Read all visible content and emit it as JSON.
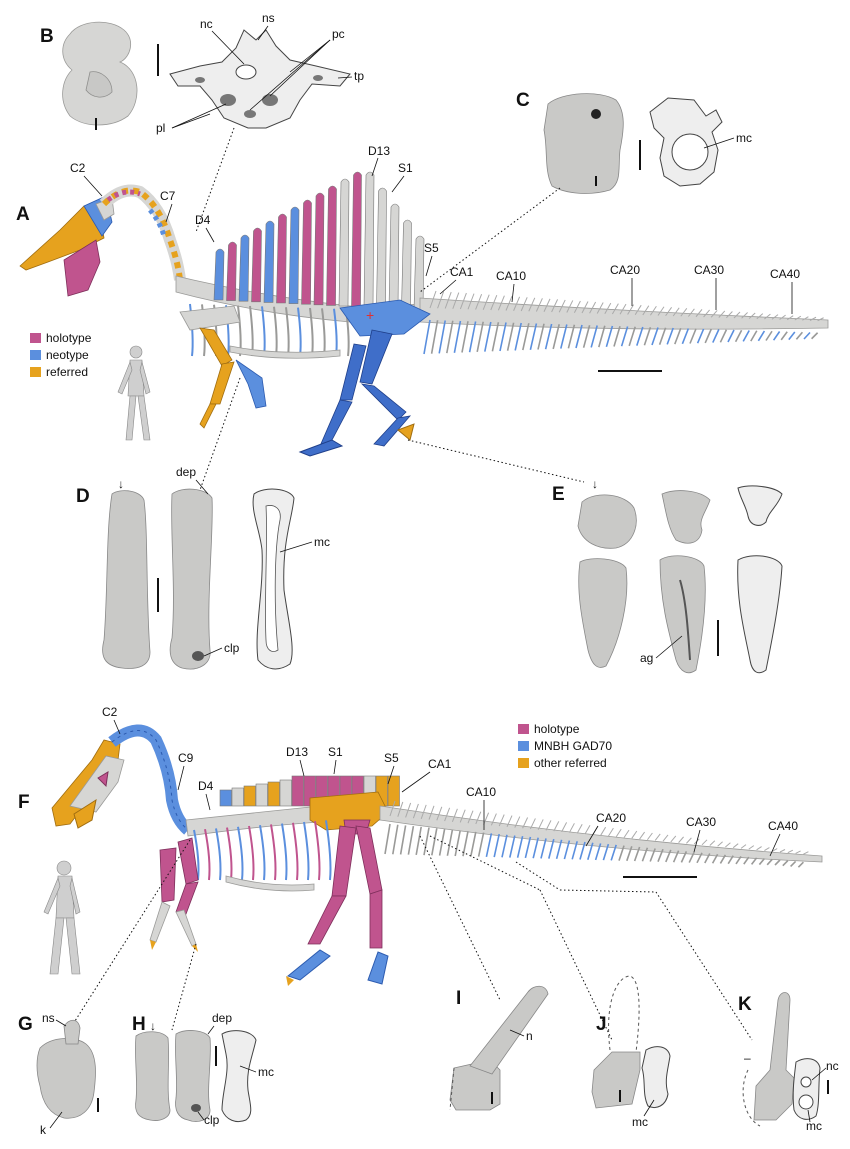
{
  "panels": {
    "A": "A",
    "B": "B",
    "C": "C",
    "D": "D",
    "E": "E",
    "F": "F",
    "G": "G",
    "H": "H",
    "I": "I",
    "J": "J",
    "K": "K"
  },
  "panel_A": {
    "labels": {
      "C2": "C2",
      "C7": "C7",
      "D4": "D4",
      "D13": "D13",
      "S1": "S1",
      "S5": "S5",
      "CA1": "CA1",
      "CA10": "CA10",
      "CA20": "CA20",
      "CA30": "CA30",
      "CA40": "CA40"
    },
    "legend": [
      {
        "label": "holotype",
        "color": "#c0548e"
      },
      {
        "label": "neotype",
        "color": "#5b8fde"
      },
      {
        "label": "referred",
        "color": "#e6a21e"
      }
    ]
  },
  "panel_B": {
    "labels": {
      "nc": "nc",
      "ns": "ns",
      "pc": "pc",
      "tp": "tp",
      "pl": "pl"
    }
  },
  "panel_C": {
    "labels": {
      "mc": "mc"
    }
  },
  "panel_D": {
    "labels": {
      "dep": "dep",
      "mc": "mc",
      "clp": "clp"
    }
  },
  "panel_E": {
    "labels": {
      "ag": "ag"
    }
  },
  "panel_F": {
    "labels": {
      "C2": "C2",
      "C9": "C9",
      "D4": "D4",
      "D13": "D13",
      "S1": "S1",
      "S5": "S5",
      "CA1": "CA1",
      "CA10": "CA10",
      "CA20": "CA20",
      "CA30": "CA30",
      "CA40": "CA40"
    },
    "legend": [
      {
        "label": "holotype",
        "color": "#c0548e"
      },
      {
        "label": "MNBH GAD70",
        "color": "#5b8fde"
      },
      {
        "label": "other referred",
        "color": "#e6a21e"
      }
    ]
  },
  "panel_G": {
    "labels": {
      "ns": "ns",
      "k": "k"
    }
  },
  "panel_H": {
    "labels": {
      "dep": "dep",
      "mc": "mc",
      "clp": "clp"
    }
  },
  "panel_I": {
    "labels": {
      "n": "n"
    }
  },
  "panel_J": {
    "labels": {
      "mc": "mc"
    }
  },
  "panel_K": {
    "labels": {
      "nc": "nc",
      "mc": "mc"
    }
  },
  "colors": {
    "holotype": "#c0548e",
    "neotype": "#5b8fde",
    "referred": "#e6a21e",
    "bone": "#d6d6d4"
  }
}
